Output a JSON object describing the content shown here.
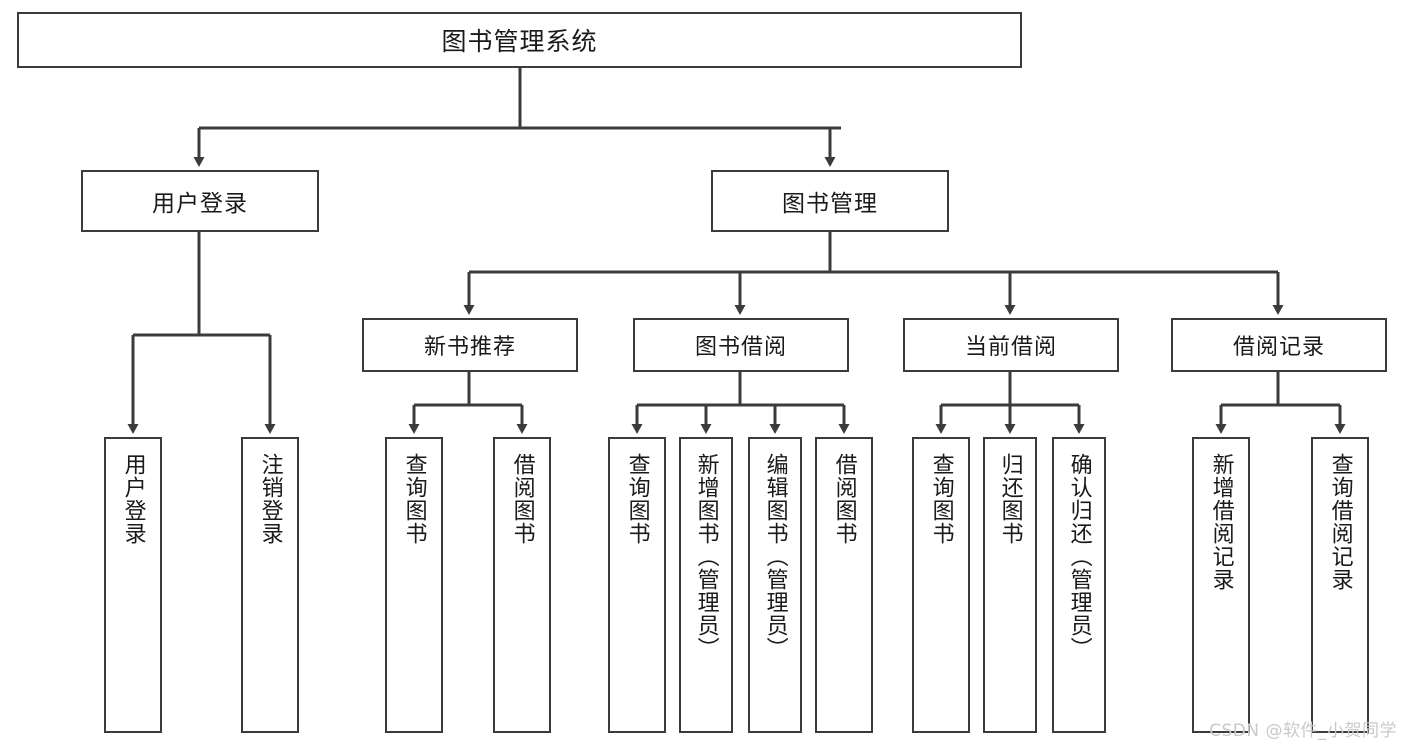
{
  "diagram": {
    "title": "图书管理系统",
    "type": "功能结构图",
    "root": {
      "label": "图书管理系统"
    },
    "level1": [
      {
        "label": "用户登录"
      },
      {
        "label": "图书管理"
      }
    ],
    "level2": [
      {
        "label": "新书推荐"
      },
      {
        "label": "图书借阅"
      },
      {
        "label": "当前借阅"
      },
      {
        "label": "借阅记录"
      }
    ],
    "leaves": {
      "user_login": [
        {
          "label": "用户登录"
        },
        {
          "label": "注销登录"
        }
      ],
      "new_book_recommend": [
        {
          "label": "查询图书"
        },
        {
          "label": "借阅图书"
        }
      ],
      "book_borrow": [
        {
          "label": "查询图书"
        },
        {
          "label": "新增图书（管理员）"
        },
        {
          "label": "编辑图书（管理员）"
        },
        {
          "label": "借阅图书"
        }
      ],
      "current_borrow": [
        {
          "label": "查询图书"
        },
        {
          "label": "归还图书"
        },
        {
          "label": "确认归还（管理员）"
        }
      ],
      "borrow_record": [
        {
          "label": "新增借阅记录"
        },
        {
          "label": "查询借阅记录"
        }
      ]
    }
  },
  "watermark": {
    "text": "CSDN @软件_小贺同学"
  },
  "colors": {
    "stroke": "#3b3b3b",
    "background": "#ffffff",
    "text": "#1a1a1a",
    "watermark": "#c9c9c9"
  }
}
